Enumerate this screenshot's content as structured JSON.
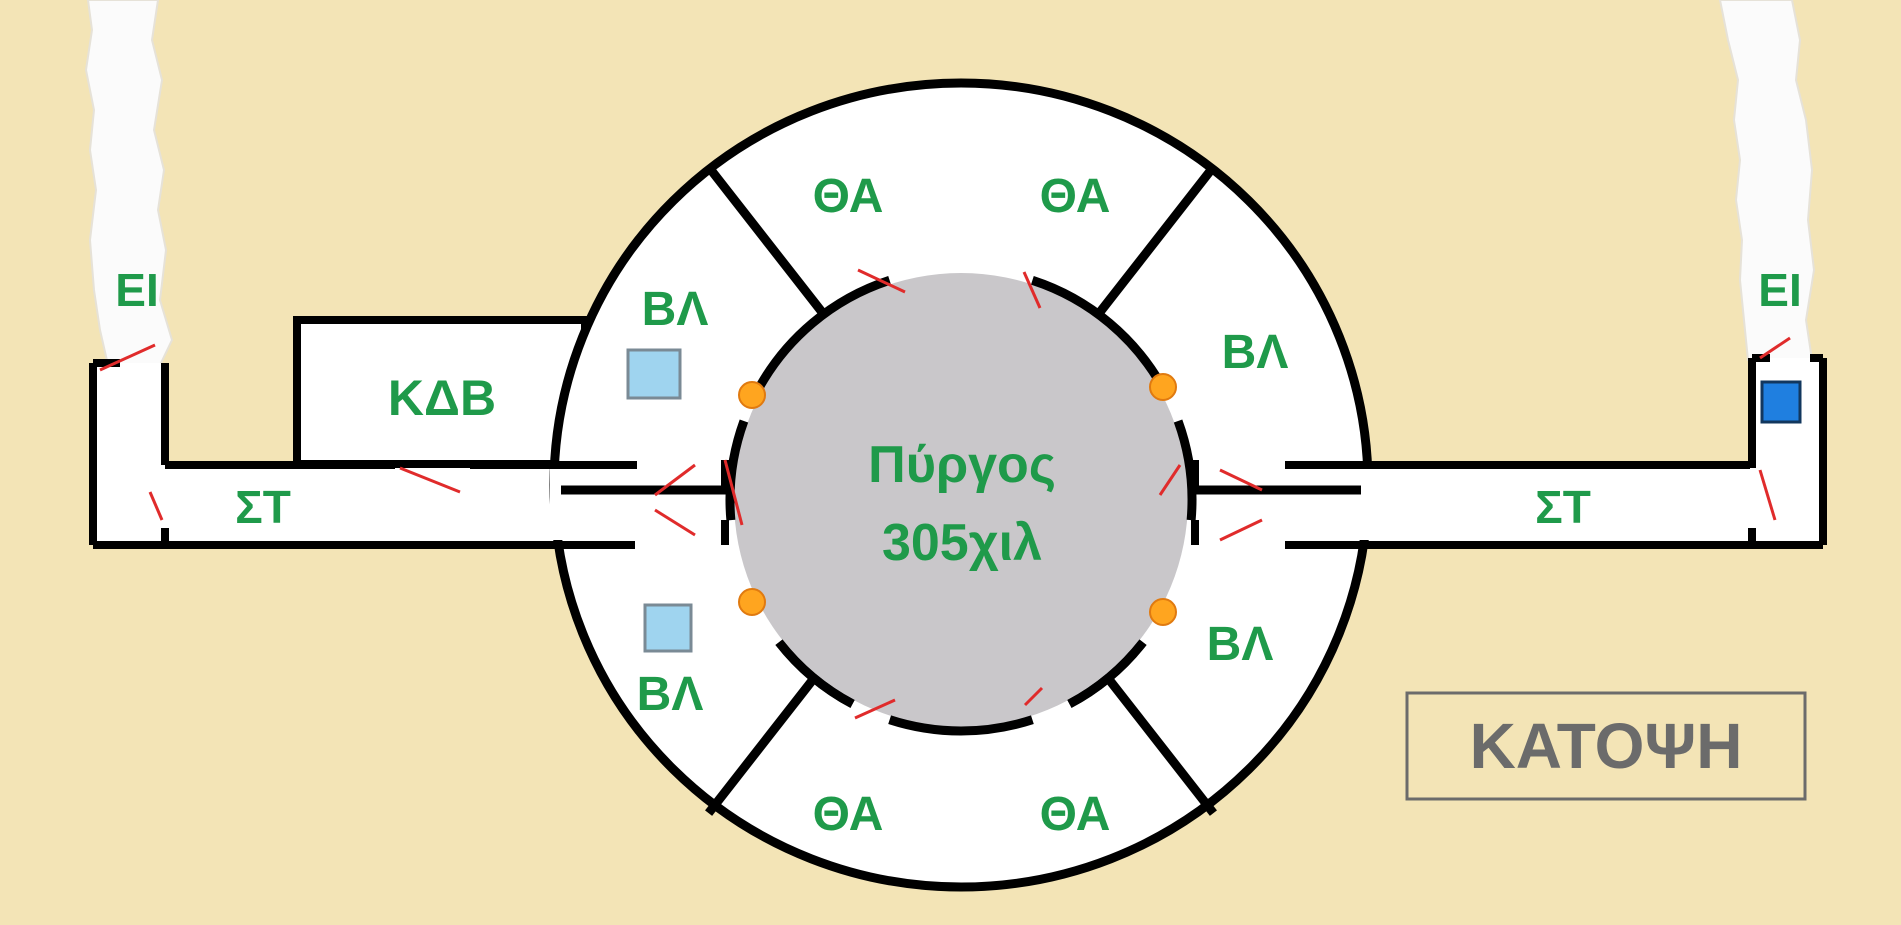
{
  "colors": {
    "background": "#f3e4b6",
    "room_fill": "#ffffff",
    "tower_fill": "#c9c7ca",
    "wall": "#000000",
    "label": "#1f9a4a",
    "door": "#e02b2b",
    "lamp": "#ffa51f",
    "window_light": "#9fd4ef",
    "window_dark": "#1f7fe0",
    "legend_text": "#6b6b6b"
  },
  "labels": {
    "tower_name": "Πύργος",
    "tower_size": "305χιλ",
    "room_tl": "ΘΑ",
    "room_tr": "ΘΑ",
    "room_bl": "ΘΑ",
    "room_br": "ΘΑ",
    "room_ul": "ΒΛ",
    "room_ur": "ΒΛ",
    "room_ll": "ΒΛ",
    "room_lr": "ΒΛ",
    "storage": "ΚΔΒ",
    "corridor_left": "ΣΤ",
    "corridor_right": "ΣΤ",
    "entrance_left": "ΕΙ",
    "entrance_right": "ΕΙ",
    "view_title": "ΚΑΤΟΨΗ"
  },
  "icons": {
    "lamp": "lamp-icon",
    "window": "window-icon",
    "door": "door-icon"
  }
}
